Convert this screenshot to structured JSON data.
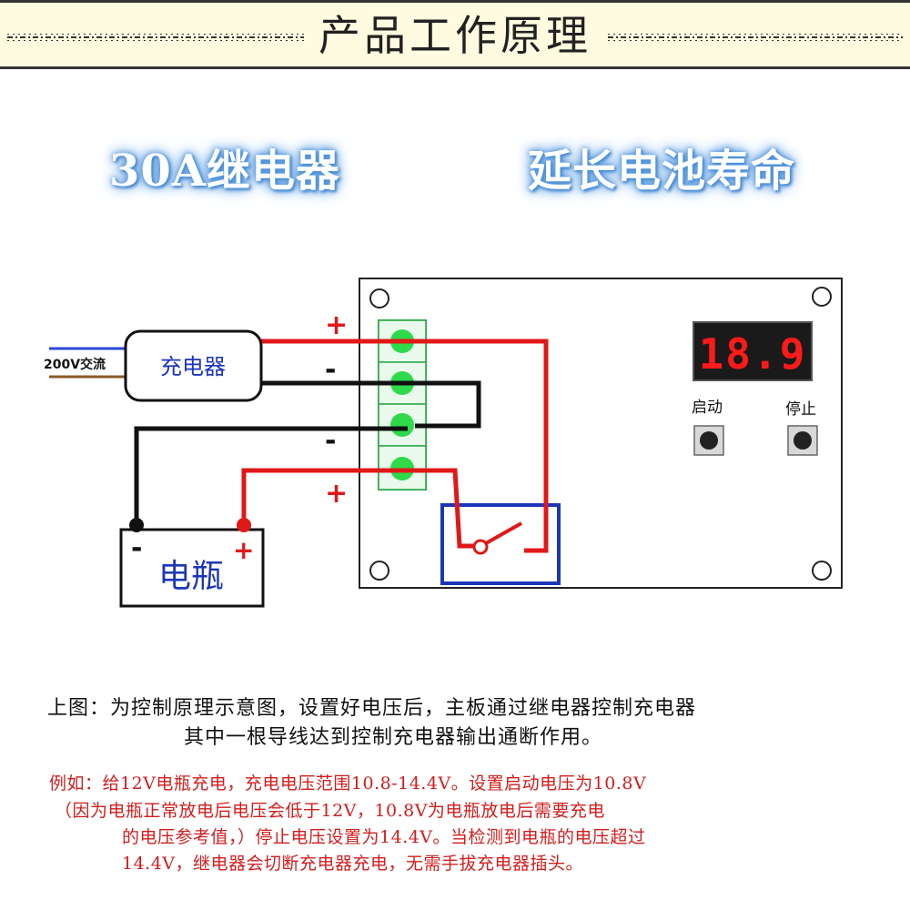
{
  "header": {
    "title": "产品工作原理"
  },
  "features": {
    "left": "30A继电器",
    "right": "延长电池寿命"
  },
  "diagram": {
    "ac_label": "200V交流",
    "charger_label": "充电器",
    "battery_label": "电瓶",
    "battery_minus": "-",
    "battery_plus": "+",
    "terminal_signs": [
      "+",
      "-",
      "-",
      "+"
    ],
    "display_value": "18.9",
    "start_label": "启动",
    "stop_label": "停止"
  },
  "caption": {
    "line1": "上图：为控制原理示意图，设置好电压后，主板通过继电器控制充电器",
    "line2": "其中一根导线达到控制充电器输出通断作用。"
  },
  "note": {
    "lines": [
      "例如：给12V电瓶充电，充电电压范围10.8-14.4V。设置启动电压为10.8V",
      "（因为电瓶正常放电后电压会低于12V，10.8V为电瓶放电后需要充电",
      "的电压参考值，）停止电压设置为14.4V。当检测到电瓶的电压超过",
      "14.4V，继电器会切断充电器充电，无需手拔充电器插头。"
    ]
  },
  "colors": {
    "wire_red": "#e01818",
    "wire_black": "#111111",
    "terminal_green": "#2ed94a",
    "relay_blue": "#1c36b8",
    "display_red": "#ff1a1a",
    "header_bg": "#fffbe0",
    "note_red": "#d21d1d"
  }
}
